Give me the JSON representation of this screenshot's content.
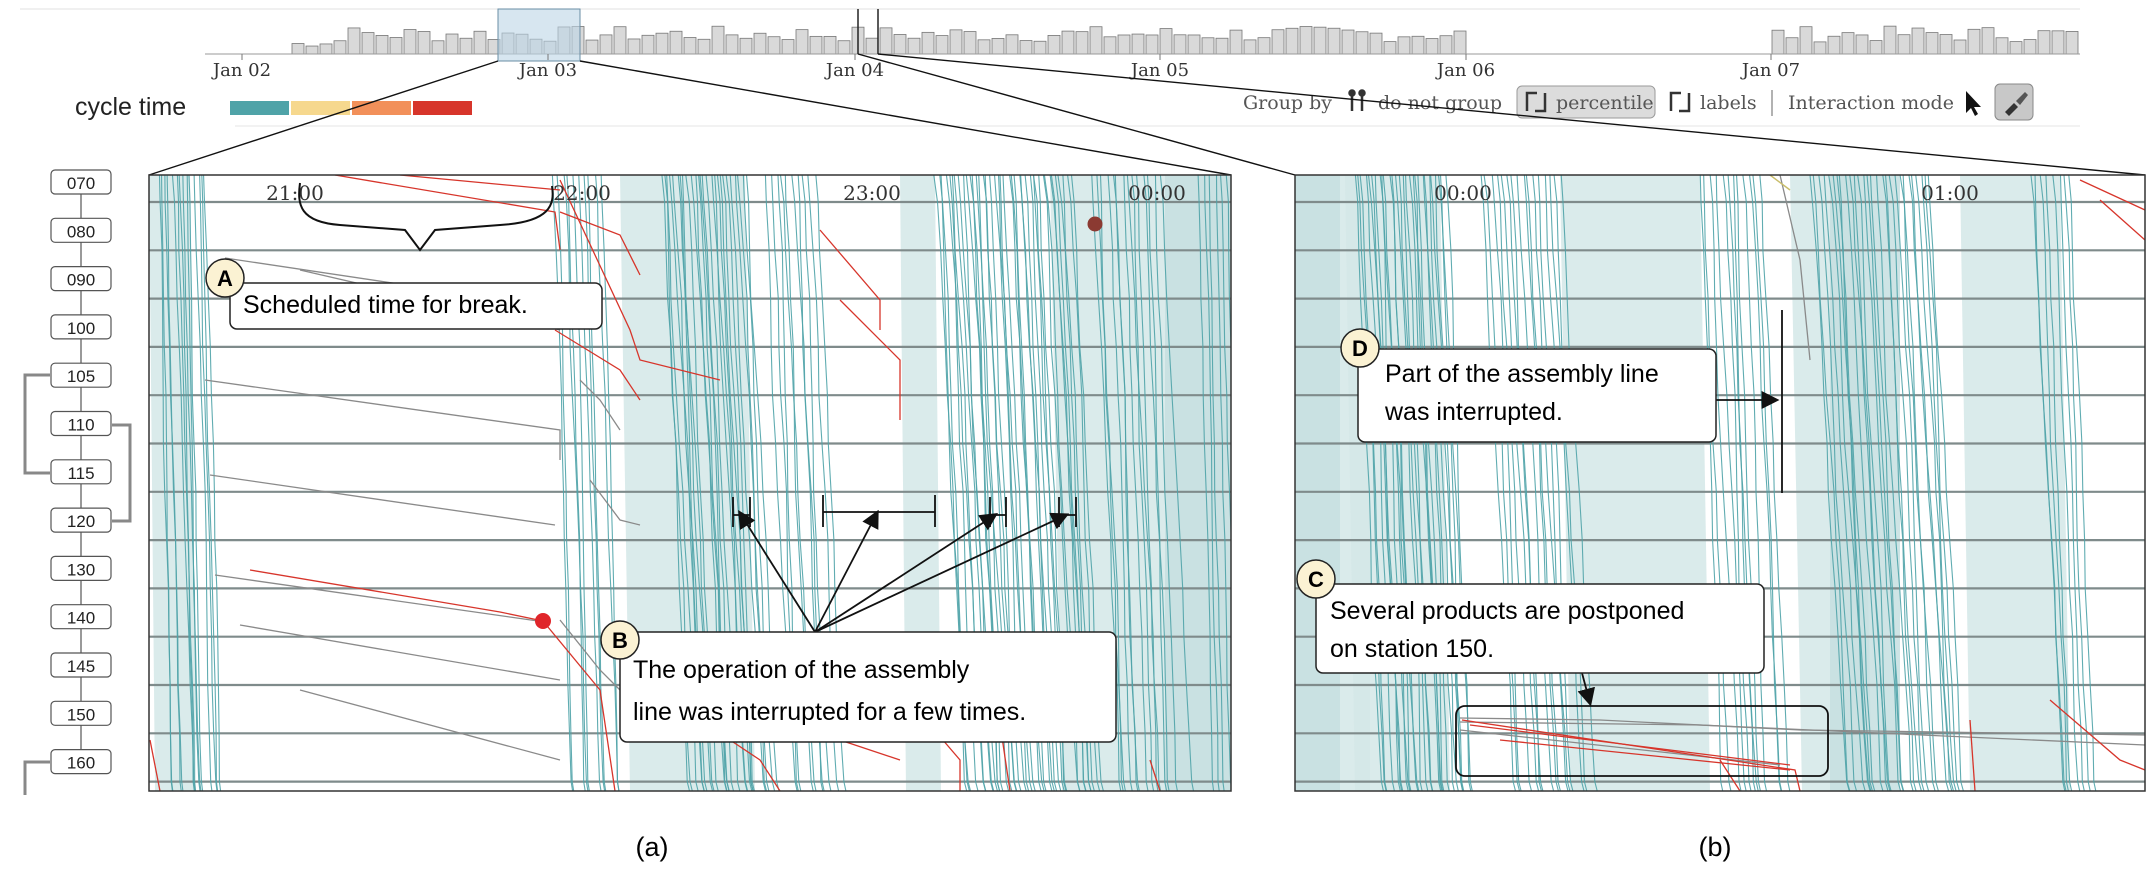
{
  "timeline": {
    "dates": [
      "Jan 02",
      "Jan 03",
      "Jan 04",
      "Jan 05",
      "Jan 06",
      "Jan 07"
    ]
  },
  "legend": {
    "label": "cycle time",
    "colors": [
      "#4fa3a8",
      "#f6d88e",
      "#f2905a",
      "#d7352b"
    ]
  },
  "toolbar": {
    "group_by_label": "Group by",
    "do_not_group_label": "do not group",
    "percentile_label": "percentile",
    "labels_label": "labels",
    "interaction_mode_label": "Interaction mode"
  },
  "stations": [
    "070",
    "080",
    "090",
    "100",
    "105",
    "110",
    "115",
    "120",
    "130",
    "140",
    "145",
    "150",
    "160"
  ],
  "panel_a": {
    "times": [
      "21:00",
      "22:00",
      "23:00",
      "00:00"
    ],
    "callout_a": {
      "letter": "A",
      "text": "Scheduled time for break."
    },
    "callout_b": {
      "letter": "B",
      "line1": "The operation of the assembly",
      "line2": "line was interrupted for a few times."
    }
  },
  "panel_b": {
    "times": [
      "00:00",
      "01:00"
    ],
    "callout_d": {
      "letter": "D",
      "line1": "Part of the assembly line",
      "line2": "was interrupted."
    },
    "callout_c": {
      "letter": "C",
      "line1": "Several products are postponed",
      "line2": "on station 150."
    }
  },
  "captions": {
    "a": "(a)",
    "b": "(b)"
  },
  "colors": {
    "teal": "#4fa3a8",
    "band": "#d3e7e8",
    "red": "#d7352b",
    "grey_line": "#888888",
    "callout_bg": "#fbf2d3"
  }
}
